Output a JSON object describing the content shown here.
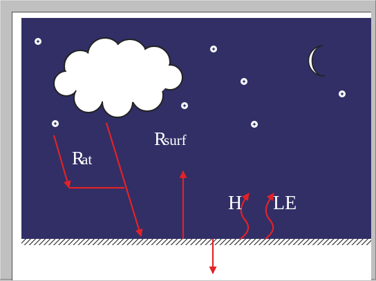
{
  "labels": {
    "r_at": {
      "main": "R",
      "sub": "at"
    },
    "r_surf": {
      "main": "R",
      "sub": "surf"
    },
    "h": "H",
    "le": "LE"
  },
  "colors": {
    "window_bg": "#c0c0c0",
    "sky": "#312f66",
    "arrow": "#e32227",
    "ground_hatch": "#222222",
    "cloud": "#ffffff",
    "stars": "#ffffff"
  },
  "icons": [
    "moon-icon",
    "star-icon",
    "cloud-icon"
  ]
}
